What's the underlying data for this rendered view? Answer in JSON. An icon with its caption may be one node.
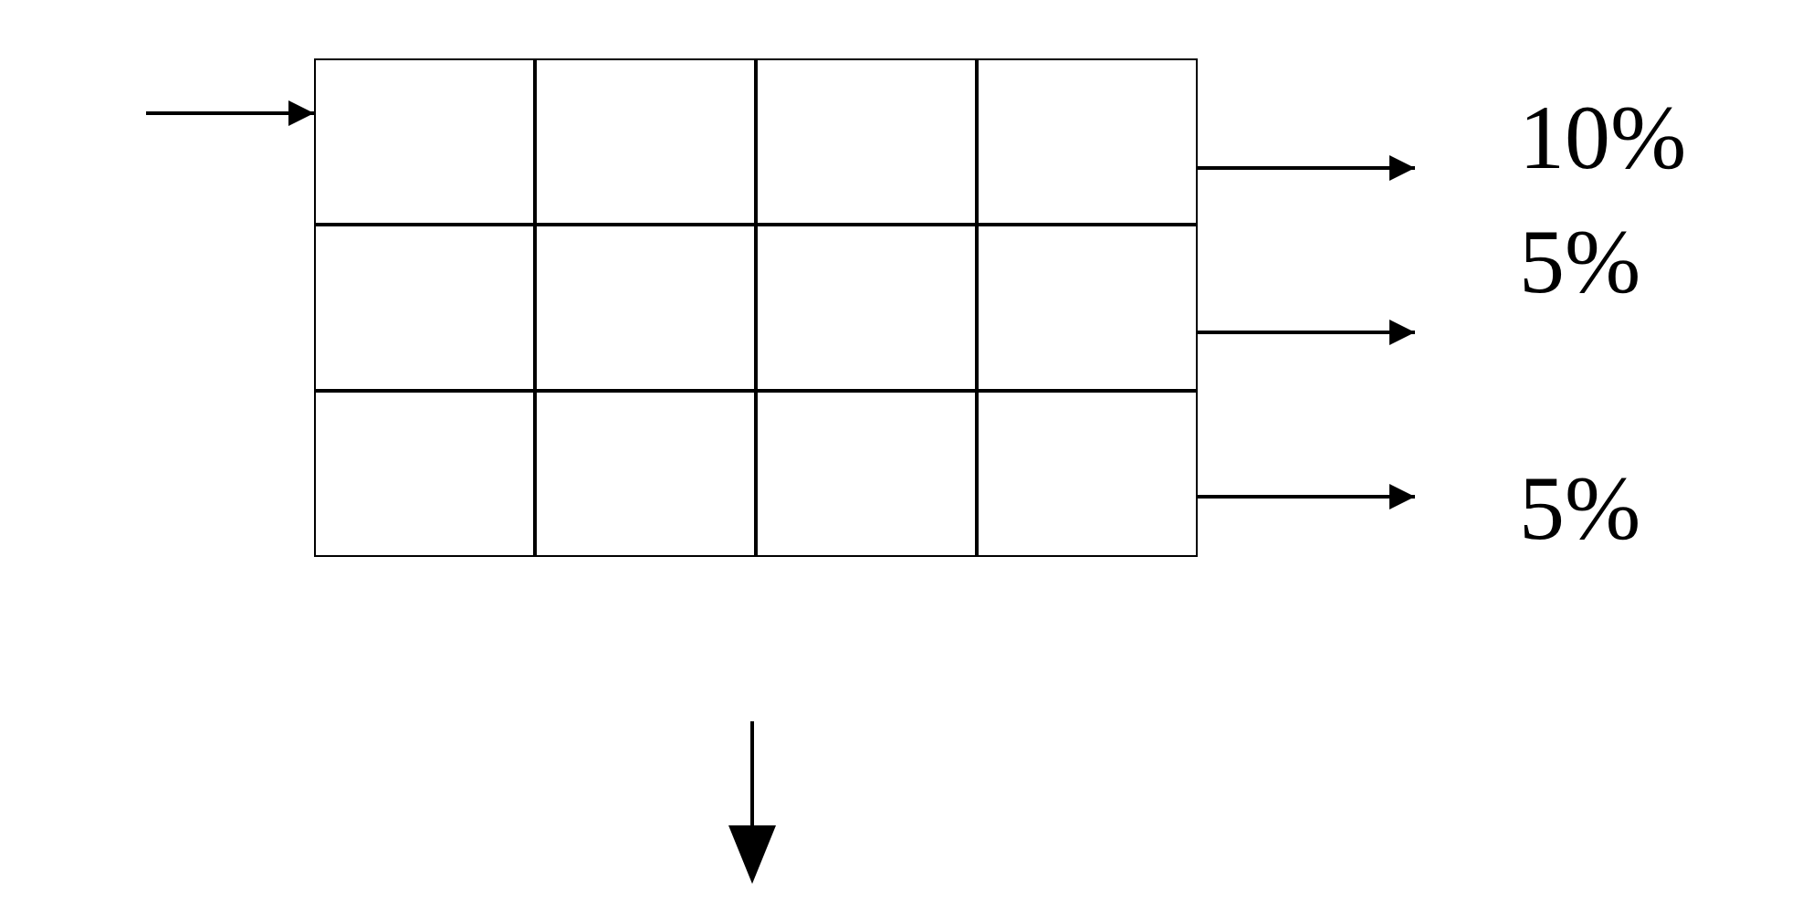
{
  "diagram": {
    "nodes": [
      {
        "text": [],
        "shape": "box"
      },
      {
        "text": [],
        "shape": "box"
      },
      {
        "text": [],
        "shape": "box"
      },
      {
        "text": [],
        "shape": "box"
      },
      {
        "text": [],
        "shape": "box"
      },
      {
        "text": [],
        "shape": "box"
      },
      {
        "text": [],
        "shape": "box"
      },
      {
        "text": [],
        "shape": "box"
      },
      {
        "text": [],
        "shape": "box"
      },
      {
        "text": [],
        "shape": "box"
      },
      {
        "text": [],
        "shape": "box"
      },
      {
        "text": [],
        "shape": "box"
      }
    ],
    "edges": [
      {
        "from": null,
        "to": 0,
        "arrow": "to"
      },
      {
        "from": 3,
        "to": null,
        "arrow": "to"
      },
      {
        "from": 7,
        "to": null,
        "arrow": "to"
      },
      {
        "from": 11,
        "to": null,
        "arrow": "to"
      }
    ],
    "labels": [
      "10%",
      "5%",
      "5%"
    ]
  }
}
